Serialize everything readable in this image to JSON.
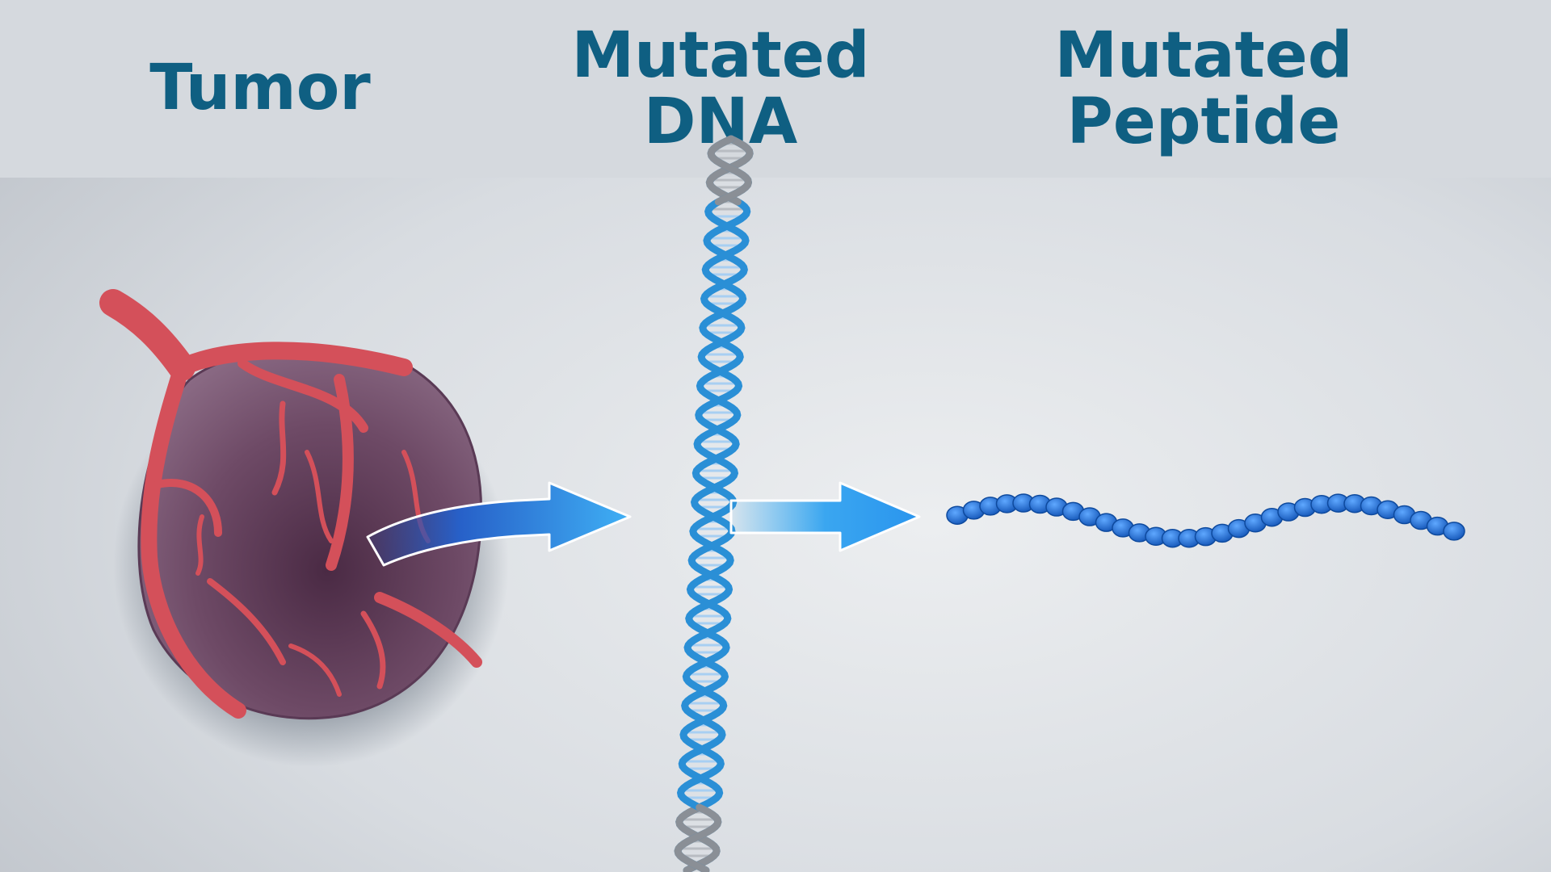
{
  "labels": {
    "tumor": {
      "lines": [
        "Tumor"
      ]
    },
    "dna": {
      "lines": [
        "Mutated",
        "DNA"
      ]
    },
    "peptide": {
      "lines": [
        "Mutated",
        "Peptide"
      ]
    }
  },
  "icons": {
    "tumor": "tumor-illustration",
    "dna": "dna-double-helix",
    "peptide": "peptide-chain",
    "arrow": "right-arrow"
  },
  "colors": {
    "label_text": "#0f5f82",
    "header_band": "#d5d9de",
    "tumor_body": "#6e4a66",
    "blood_vessel": "#d4505a",
    "dna_strand": "#2a8fd6",
    "dna_end": "#8a8f96",
    "peptide_bead": "#1f6fd0",
    "arrow": "#3aa6f0"
  }
}
